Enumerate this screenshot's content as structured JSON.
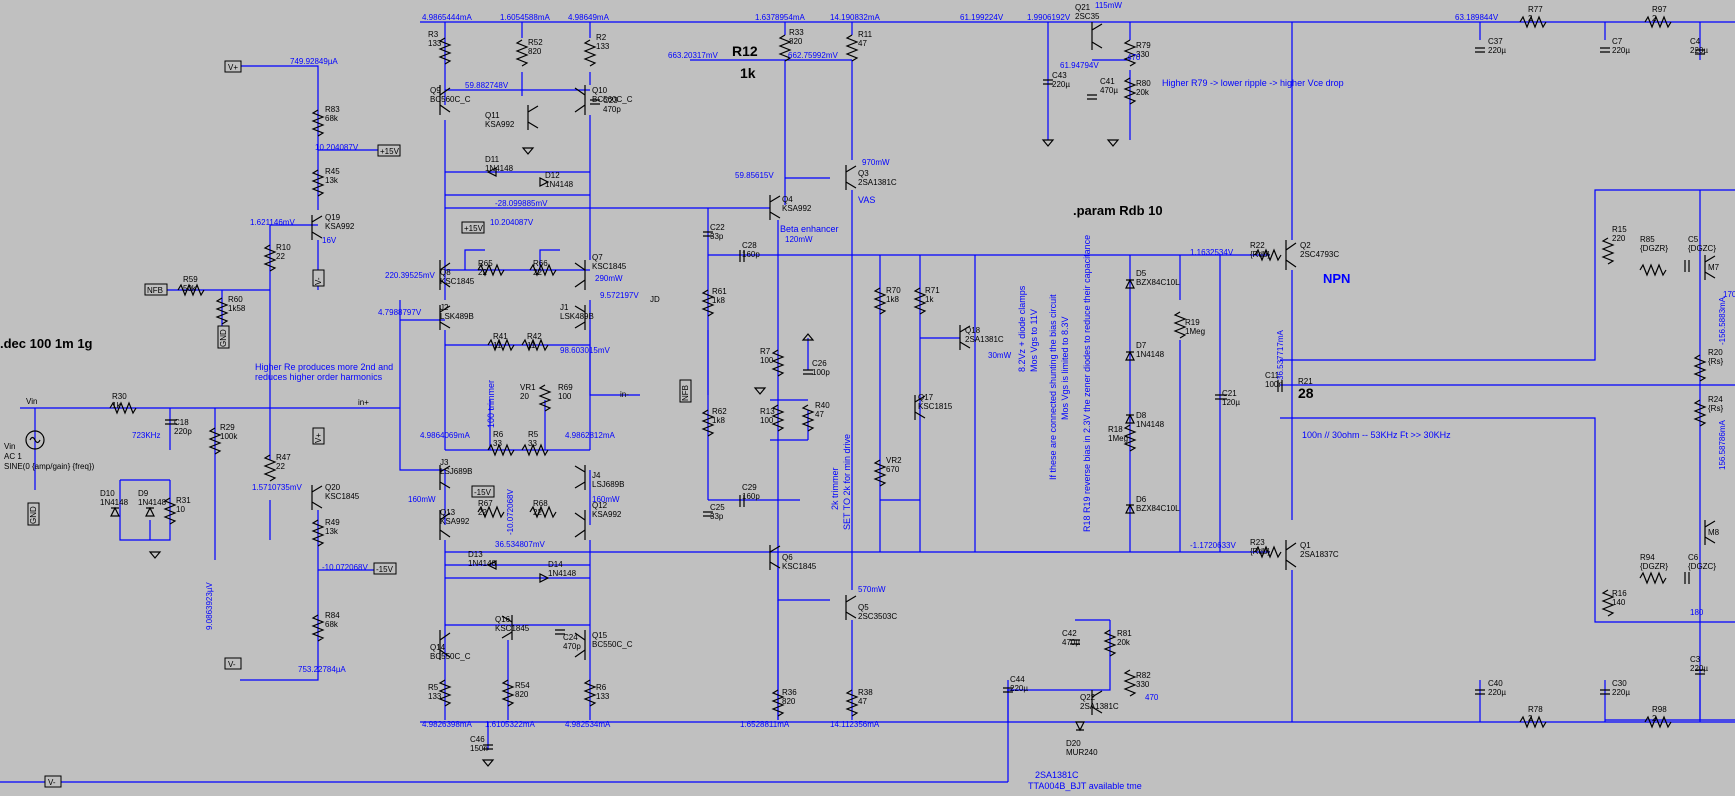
{
  "directives": {
    "dec": ".dec 100 1m 1g",
    "param": ".param Rdb 10"
  },
  "big_labels": {
    "r12_name": "R12",
    "r12_value": "1k",
    "r21_value": "28",
    "npn": "NPN"
  },
  "notes": {
    "r79": "Higher R79 -> lower ripple -> higher Vce drop",
    "re": "Higher Re produces more 2nd and",
    "re2": "reduces higher order harmonics",
    "ft": "100n // 30ohm -- 53KHz Ft >> 30KHz",
    "zener1": "8.2Vz + diode clamps",
    "zener2": "Mos Vgs to 11V",
    "bias1": "If these are connected shunting the bias circuit",
    "bias2": "Mos Vgs is limited to 8.3V",
    "bias3": "R18 R19 reverse bias in 2.3V the zener diodes to reduce their capacitance",
    "trim1": "2k trimmer",
    "trim2": "SET TO 2k for min drive",
    "trim100": "100 trimmer",
    "tta1": "2SA1381C",
    "tta2": "TTA004B_BJT available tme",
    "beta": "Beta enhancer",
    "vas": "VAS"
  },
  "source": {
    "name": "Vin",
    "ac": "AC 1",
    "sine": "SINE(0 {amp/gain} {freq})",
    "net": "Vin"
  },
  "flags": {
    "vplus": "V+",
    "vminus": "V-",
    "nfb": "NFB",
    "gnd": "GND",
    "p15": "+15V",
    "m15": "-15V",
    "jd": "JD",
    "inp": "in+",
    "inm": "in-"
  },
  "components": [
    {
      "id": "R3",
      "v": "133"
    },
    {
      "id": "R52",
      "v": "820"
    },
    {
      "id": "R2",
      "v": "133"
    },
    {
      "id": "Q9",
      "v": "BC560C_C"
    },
    {
      "id": "Q10",
      "v": "BC560C_C"
    },
    {
      "id": "Q11",
      "v": "KSA992"
    },
    {
      "id": "C23",
      "v": "470p"
    },
    {
      "id": "D11",
      "v": "1N4148"
    },
    {
      "id": "D12",
      "v": "1N4148"
    },
    {
      "id": "R83",
      "v": "68k"
    },
    {
      "id": "R45",
      "v": "13k"
    },
    {
      "id": "Q19",
      "v": "KSA992"
    },
    {
      "id": "R10",
      "v": "22"
    },
    {
      "id": "R59",
      "v": "50k"
    },
    {
      "id": "R60",
      "v": "1k58"
    },
    {
      "id": "Q8",
      "v": "KSC1845"
    },
    {
      "id": "Q7",
      "v": "KSC1845"
    },
    {
      "id": "R65",
      "v": "22"
    },
    {
      "id": "R66",
      "v": "22"
    },
    {
      "id": "J2",
      "v": "LSK489B"
    },
    {
      "id": "J1",
      "v": "LSK489B"
    },
    {
      "id": "R41",
      "v": "11"
    },
    {
      "id": "R42",
      "v": "11"
    },
    {
      "id": "VR1",
      "v": "20"
    },
    {
      "id": "R69",
      "v": "100"
    },
    {
      "id": "R6",
      "v": "33"
    },
    {
      "id": "R5",
      "v": "33"
    },
    {
      "id": "J3",
      "v": "LSJ689B"
    },
    {
      "id": "J4",
      "v": "LSJ689B"
    },
    {
      "id": "Q13",
      "v": "KSA992"
    },
    {
      "id": "Q12",
      "v": "KSA992"
    },
    {
      "id": "R67",
      "v": "22"
    },
    {
      "id": "R68",
      "v": "22"
    },
    {
      "id": "D13",
      "v": "1N4148"
    },
    {
      "id": "D14",
      "v": "1N4148"
    },
    {
      "id": "Q14",
      "v": "BC550C_C"
    },
    {
      "id": "Q15",
      "v": "BC550C_C"
    },
    {
      "id": "Q16",
      "v": "KSC1845"
    },
    {
      "id": "C24",
      "v": "470p"
    },
    {
      "id": "R5b",
      "v": "133"
    },
    {
      "id": "R54",
      "v": "820"
    },
    {
      "id": "R6b",
      "v": "133"
    },
    {
      "id": "C46",
      "v": "150n"
    },
    {
      "id": "R30",
      "v": "1k"
    },
    {
      "id": "C18",
      "v": "220p"
    },
    {
      "id": "R29",
      "v": "100k"
    },
    {
      "id": "R31",
      "v": "10"
    },
    {
      "id": "D10",
      "v": "1N4148"
    },
    {
      "id": "D9",
      "v": "1N4148"
    },
    {
      "id": "R47",
      "v": "22"
    },
    {
      "id": "Q20",
      "v": "KSC1845"
    },
    {
      "id": "R49",
      "v": "13k"
    },
    {
      "id": "R84",
      "v": "68k"
    },
    {
      "id": "R33",
      "v": "820"
    },
    {
      "id": "R11",
      "v": "47"
    },
    {
      "id": "Q4",
      "v": "KSA992"
    },
    {
      "id": "Q3",
      "v": "2SA1381C"
    },
    {
      "id": "C22",
      "v": "33p"
    },
    {
      "id": "C28",
      "v": "160p"
    },
    {
      "id": "R61",
      "v": "1k8"
    },
    {
      "id": "R62",
      "v": "1k8"
    },
    {
      "id": "C25",
      "v": "33p"
    },
    {
      "id": "C29",
      "v": "160p"
    },
    {
      "id": "R7",
      "v": "100"
    },
    {
      "id": "R13",
      "v": "100"
    },
    {
      "id": "C26",
      "v": "100p"
    },
    {
      "id": "R40",
      "v": "47"
    },
    {
      "id": "Q6",
      "v": "KSC1845"
    },
    {
      "id": "Q5",
      "v": "2SC3503C"
    },
    {
      "id": "R36",
      "v": "820"
    },
    {
      "id": "R38",
      "v": "47"
    },
    {
      "id": "R70",
      "v": "1k8"
    },
    {
      "id": "R71",
      "v": "1k"
    },
    {
      "id": "Q18",
      "v": "2SA1381C"
    },
    {
      "id": "Q17",
      "v": "KSC1815"
    },
    {
      "id": "VR2",
      "v": "670"
    },
    {
      "id": "D5",
      "v": "BZX84C10L"
    },
    {
      "id": "D7",
      "v": "1N4148"
    },
    {
      "id": "D8",
      "v": "1N4148"
    },
    {
      "id": "D6",
      "v": "BZX84C10L"
    },
    {
      "id": "R19",
      "v": "1Meg"
    },
    {
      "id": "R18",
      "v": "1Meg"
    },
    {
      "id": "C21",
      "v": "120µ"
    },
    {
      "id": "R22",
      "v": "{Rdb}"
    },
    {
      "id": "R23",
      "v": "{Rdb}"
    },
    {
      "id": "Q2",
      "v": "2SC4793C"
    },
    {
      "id": "Q1",
      "v": "2SA1837C"
    },
    {
      "id": "C11",
      "v": "100n"
    },
    {
      "id": "R21",
      "v": ""
    },
    {
      "id": "Q21",
      "v": "2SC35"
    },
    {
      "id": "C43",
      "v": "220µ"
    },
    {
      "id": "C41",
      "v": "470µ"
    },
    {
      "id": "R79",
      "v": "330"
    },
    {
      "id": "R80",
      "v": "20k"
    },
    {
      "id": "C42",
      "v": "470µ"
    },
    {
      "id": "R81",
      "v": "20k"
    },
    {
      "id": "R82",
      "v": "330"
    },
    {
      "id": "Q22",
      "v": "2SA1381C"
    },
    {
      "id": "D20",
      "v": "MUR240"
    },
    {
      "id": "C44",
      "v": "220µ"
    },
    {
      "id": "C37",
      "v": "220µ"
    },
    {
      "id": "R77",
      "v": "2"
    },
    {
      "id": "C7",
      "v": "220µ"
    },
    {
      "id": "R97",
      "v": "2"
    },
    {
      "id": "C4",
      "v": "220µ"
    },
    {
      "id": "C40",
      "v": "220µ"
    },
    {
      "id": "R78",
      "v": "2"
    },
    {
      "id": "C30",
      "v": "220µ"
    },
    {
      "id": "R98",
      "v": "2"
    },
    {
      "id": "C3",
      "v": "220µ"
    },
    {
      "id": "R15",
      "v": "220"
    },
    {
      "id": "R85",
      "v": "{DGZR}"
    },
    {
      "id": "C5",
      "v": "{DGZC}"
    },
    {
      "id": "M7",
      "v": ""
    },
    {
      "id": "R20",
      "v": "{Rs}"
    },
    {
      "id": "R24",
      "v": "{Rs}"
    },
    {
      "id": "M8",
      "v": ""
    },
    {
      "id": "R94",
      "v": "{DGZR}"
    },
    {
      "id": "C6",
      "v": "{DGZC}"
    },
    {
      "id": "R16",
      "v": "140"
    }
  ],
  "measurements": [
    "4.9865444mA",
    "1.6054588mA",
    "4.98649mA",
    "1.6378954mA",
    "14.190832mA",
    "61.199224V",
    "1.9906192V",
    "115mW",
    "63.189844V",
    "749.92849µA",
    "59.882748V",
    "663.20317mV",
    "662.75992mV",
    "61.94794V",
    "10.204087V",
    "970mW",
    "59.85615V",
    "1.621146mV",
    "-28.099885mV",
    "10.204087V",
    "120mW",
    "220.39525mV",
    "290mW",
    "9.572197V",
    "4.7988797V",
    "98.603015mV",
    "1.1632534V",
    "36.537717mA",
    "30mW",
    "4.9864069mA",
    "4.9862812mA",
    "160mW",
    "160mW",
    "-10.072068V",
    "1.5710735mV",
    "36.534807mV",
    "-10.072068V",
    "-1.1720633V",
    "570mW",
    "9.0863923µV",
    "753.22784µA",
    "4.9826398mA",
    "1.6105322mA",
    "4.982534mA",
    "1.6528811mA",
    "14.112356mA",
    "723KHz",
    "-156.5883mA",
    "156.58786mA",
    "170m",
    "16V",
    "180",
    "470",
    "470"
  ]
}
